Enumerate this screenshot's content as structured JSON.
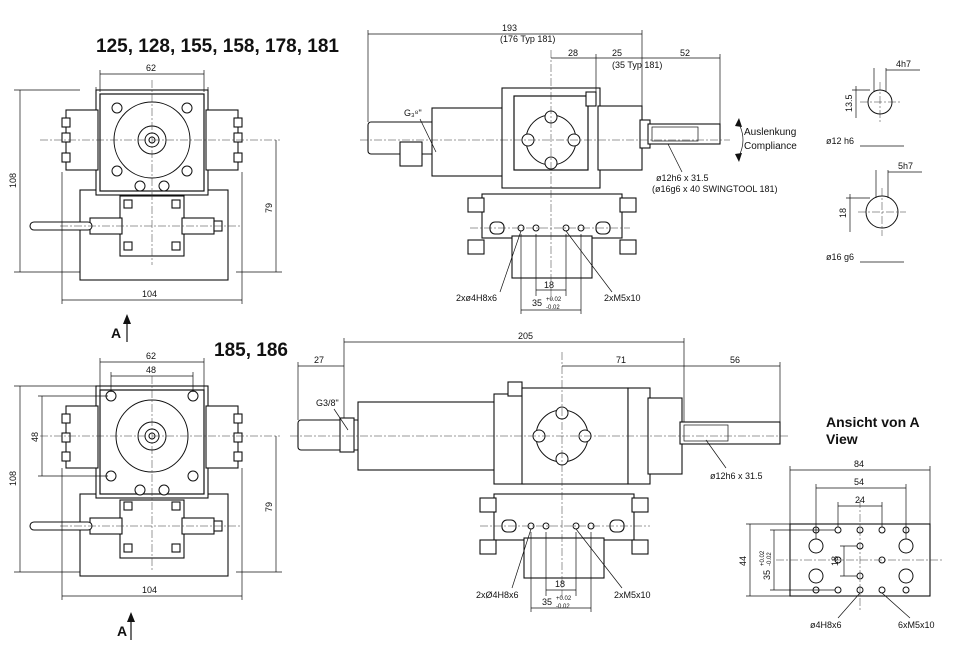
{
  "titles": {
    "top": "125, 128, 155, 158, 178, 181",
    "bottom": "185, 186",
    "view_a_line1": "Ansicht von A",
    "view_a_line2": "View"
  },
  "view_marker": "A",
  "top_left": {
    "d_62": "62",
    "d_108": "108",
    "d_79": "79",
    "d_104": "104"
  },
  "top_side": {
    "d_193": "193",
    "d_193_note": "(176 Typ 181)",
    "d_28": "28",
    "d_25": "25",
    "d_25_note": "(35 Typ 181)",
    "d_52": "52",
    "thread": "G₃⁸\"",
    "deflection_1": "Auslenkung",
    "deflection_2": "Compliance",
    "shaft_1": "ø12h6 x 31.5",
    "shaft_2": "(ø16g6 x 40  SWINGTOOL 181)",
    "d_18": "18",
    "d_35": "35",
    "tol_plus": "+0.02",
    "tol_minus": "-0.02",
    "pins": "2xø4H8x6",
    "screws": "2xM5x10"
  },
  "shaft_detail": {
    "d_4h7": "4h7",
    "d_13_5": "13.5",
    "d_12h6": "ø12 h6",
    "d_5h7": "5h7",
    "d_18": "18",
    "d_16g6": "ø16 g6"
  },
  "bottom_left": {
    "d_62": "62",
    "d_48a": "48",
    "d_48b": "48",
    "d_108": "108",
    "d_79": "79",
    "d_104": "104"
  },
  "bottom_side": {
    "d_27": "27",
    "d_205": "205",
    "d_71": "71",
    "d_56": "56",
    "thread": "G3/8\"",
    "shaft": "ø12h6 x 31.5",
    "d_18": "18",
    "d_35": "35",
    "tol_plus": "+0.02",
    "tol_minus": "-0.02",
    "pins": "2xØ4H8x6",
    "screws": "2xM5x10"
  },
  "view_a": {
    "d_84": "84",
    "d_54": "54",
    "d_24": "24",
    "d_44": "44",
    "d_35": "35",
    "tol_plus": "+0.02",
    "tol_minus": "-0.02",
    "d_18": "18",
    "pins": "ø4H8x6",
    "screws": "6xM5x10"
  }
}
